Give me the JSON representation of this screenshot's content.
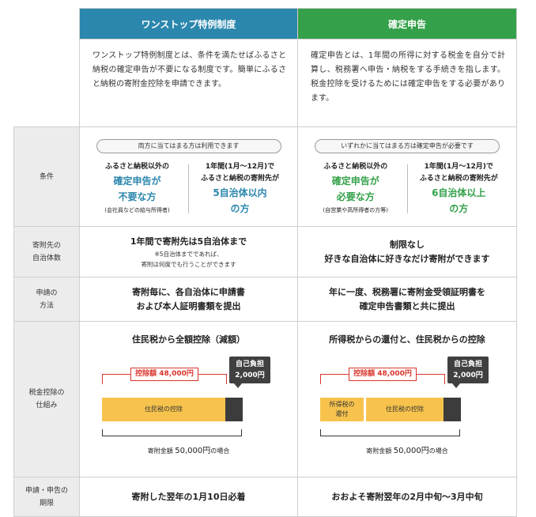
{
  "columns": {
    "onestop": "ワンストップ特例制度",
    "kakutei": "確定申告"
  },
  "desc": {
    "onestop": "ワンストップ特例制度とは、条件を満たせばふるさと納税の確定申告が不要になる制度です。簡単にふるさと納税の寄附金控除を申請できます。",
    "kakutei": "確定申告とは、1年間の所得に対する税金を自分で計算し、税務署へ申告・納税をする手続きを指します。税金控除を受けるためには確定申告をする必要があります。"
  },
  "rows": {
    "condition": "条件",
    "count": "寄附先の\n自治体数",
    "method": "申請の\n方法",
    "mechanism": "税金控除の\n仕組み",
    "deadline": "申請・申告の\n期限"
  },
  "condition": {
    "onestop": {
      "pill": "両方に当てはまる方は利用できます",
      "left_top": "ふるさと納税以外の",
      "left_big1": "確定申告が",
      "left_big2": "不要な方",
      "left_note": "(会社員などの給与所得者)",
      "right_top1": "1年間(1月〜12月)で",
      "right_top2": "ふるさと納税の寄附先が",
      "right_big1": "5自治体以内",
      "right_big2": "の方"
    },
    "kakutei": {
      "pill": "いずれかに当てはまる方は確定申告が必要です",
      "left_top": "ふるさと納税以外の",
      "left_big1": "確定申告が",
      "left_big2": "必要な方",
      "left_note": "(自営業や高所得者の方等)",
      "right_top1": "1年間(1月〜12月)で",
      "right_top2": "ふるさと納税の寄附先が",
      "right_big1": "6自治体以上",
      "right_big2": "の方"
    }
  },
  "count": {
    "onestop_main": "1年間で寄附先は5自治体まで",
    "onestop_note1": "※5自治体までであれば、",
    "onestop_note2": "寄附は何度でも行うことができます",
    "kakutei_line1": "制限なし",
    "kakutei_line2": "好きな自治体に好きなだけ寄附ができます"
  },
  "method": {
    "onestop_line1": "寄附毎に、各自治体に申請書",
    "onestop_line2": "および本人証明書類を提出",
    "kakutei_line1": "年に一度、税務署に寄附金受領証明書を",
    "kakutei_line2": "確定申告書類と共に提出"
  },
  "mechanism": {
    "onestop": {
      "title": "住民税から全額控除（減額）",
      "deduct_label": "控除額 48,000円",
      "self_label1": "自己負担",
      "self_label2": "2,000円",
      "seg_resident": "住民税の控除",
      "amount_prefix": "寄附金額 ",
      "amount_value": "50,000円",
      "amount_suffix": "の場合"
    },
    "kakutei": {
      "title": "所得税からの還付と、住民税からの控除",
      "deduct_label": "控除額 48,000円",
      "self_label1": "自己負担",
      "self_label2": "2,000円",
      "seg_income1": "所得税の",
      "seg_income2": "還付",
      "seg_resident": "住民税の控除",
      "amount_prefix": "寄附金額 ",
      "amount_value": "50,000円",
      "amount_suffix": "の場合"
    },
    "colors": {
      "bar": "#f7c34d",
      "deduct": "#d9342b",
      "self": "#3c3c3c"
    }
  },
  "deadline": {
    "onestop": "寄附した翌年の1月10日必着",
    "kakutei": "おおよそ寄附翌年の2月中旬〜3月中旬"
  },
  "colors": {
    "onestop": "#2b87ad",
    "kakutei": "#34a14a",
    "rowhead": "#ececec"
  }
}
